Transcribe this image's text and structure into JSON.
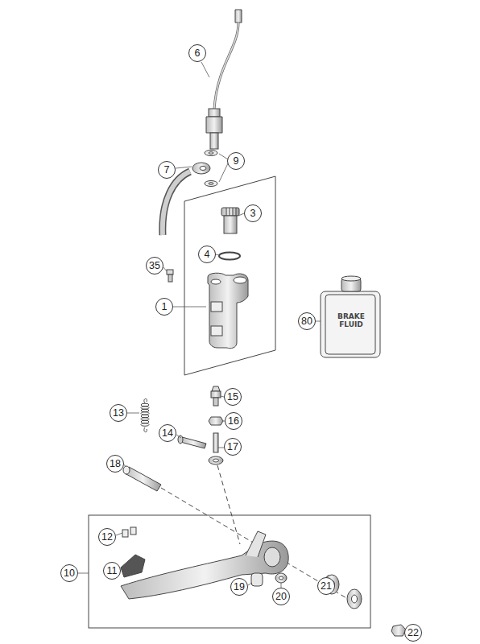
{
  "diagram": {
    "nodes": [
      {
        "text": [
          "6"
        ]
      },
      {
        "text": [
          "9"
        ]
      },
      {
        "text": [
          "7"
        ]
      },
      {
        "text": [
          "3"
        ]
      },
      {
        "text": [
          "4"
        ]
      },
      {
        "text": [
          "35"
        ]
      },
      {
        "text": [
          "1"
        ]
      },
      {
        "text": [
          "80"
        ]
      },
      {
        "text": [
          "13"
        ]
      },
      {
        "text": [
          "15"
        ]
      },
      {
        "text": [
          "16"
        ]
      },
      {
        "text": [
          "14"
        ]
      },
      {
        "text": [
          "17"
        ]
      },
      {
        "text": [
          "18"
        ]
      },
      {
        "text": [
          "12"
        ]
      },
      {
        "text": [
          "10"
        ]
      },
      {
        "text": [
          "11"
        ]
      },
      {
        "text": [
          "19"
        ]
      },
      {
        "text": [
          "20"
        ]
      },
      {
        "text": [
          "21"
        ]
      },
      {
        "text": [
          "22"
        ]
      }
    ],
    "labels": [
      "BRAKE FLUID"
    ]
  }
}
